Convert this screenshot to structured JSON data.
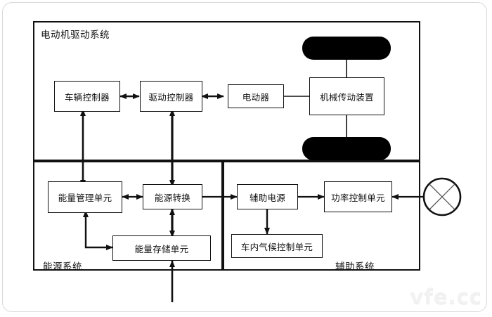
{
  "diagram": {
    "title_watermark": "vfe.cc",
    "sections": [
      {
        "id": "drive",
        "label": "电动机驱动系统"
      },
      {
        "id": "energy",
        "label": "能源系统"
      },
      {
        "id": "auxiliary",
        "label": "辅助系统"
      }
    ],
    "boxes": [
      {
        "id": "vehicle-controller",
        "label": "车辆控制器",
        "section": "drive"
      },
      {
        "id": "drive-controller",
        "label": "驱动控制器",
        "section": "drive"
      },
      {
        "id": "motor",
        "label": "电动器",
        "section": "drive"
      },
      {
        "id": "mechanical-transmission",
        "label": "机械传动装置",
        "section": "drive"
      },
      {
        "id": "energy-management",
        "label": "能量管理单元",
        "section": "energy"
      },
      {
        "id": "energy-conversion",
        "label": "能源转换",
        "section": "energy"
      },
      {
        "id": "energy-storage",
        "label": "能量存储单元",
        "section": "energy"
      },
      {
        "id": "auxiliary-power",
        "label": "辅助电源",
        "section": "auxiliary"
      },
      {
        "id": "power-control",
        "label": "功率控制单元",
        "section": "auxiliary"
      },
      {
        "id": "climate-control",
        "label": "车内气候控制单元",
        "section": "auxiliary"
      }
    ],
    "symbols": [
      {
        "id": "wheel-top",
        "name": "wheel"
      },
      {
        "id": "wheel-bottom",
        "name": "wheel"
      },
      {
        "id": "steering-wheel",
        "name": "steering-wheel-circle"
      }
    ],
    "connections": [
      {
        "from": "vehicle-controller",
        "to": "drive-controller",
        "type": "bidirectional"
      },
      {
        "from": "drive-controller",
        "to": "motor",
        "type": "bidirectional"
      },
      {
        "from": "motor",
        "to": "mechanical-transmission",
        "type": "plain"
      },
      {
        "from": "mechanical-transmission",
        "to": "wheel-top",
        "type": "plain"
      },
      {
        "from": "mechanical-transmission",
        "to": "wheel-bottom",
        "type": "plain"
      },
      {
        "from": "energy-management",
        "to": "vehicle-controller",
        "type": "bidirectional"
      },
      {
        "from": "energy-conversion",
        "to": "drive-controller",
        "type": "bidirectional"
      },
      {
        "from": "energy-management",
        "to": "energy-conversion",
        "type": "bidirectional"
      },
      {
        "from": "energy-conversion",
        "to": "energy-storage",
        "type": "bidirectional"
      },
      {
        "from": "energy-management",
        "to": "energy-storage",
        "type": "bidirectional"
      },
      {
        "from": "energy-conversion",
        "to": "auxiliary-power",
        "type": "directional"
      },
      {
        "from": "auxiliary-power",
        "to": "power-control",
        "type": "directional"
      },
      {
        "from": "auxiliary-power",
        "to": "climate-control",
        "type": "directional"
      },
      {
        "from": "steering-wheel",
        "to": "power-control",
        "type": "directional"
      },
      {
        "from": "external-source",
        "to": "energy-storage",
        "type": "directional"
      }
    ],
    "colors": {
      "line": "#111111",
      "box_fill": "#ffffff",
      "wheel": "#000000",
      "frame": "#d8d8d8",
      "watermark": "#f2f2f2"
    }
  }
}
